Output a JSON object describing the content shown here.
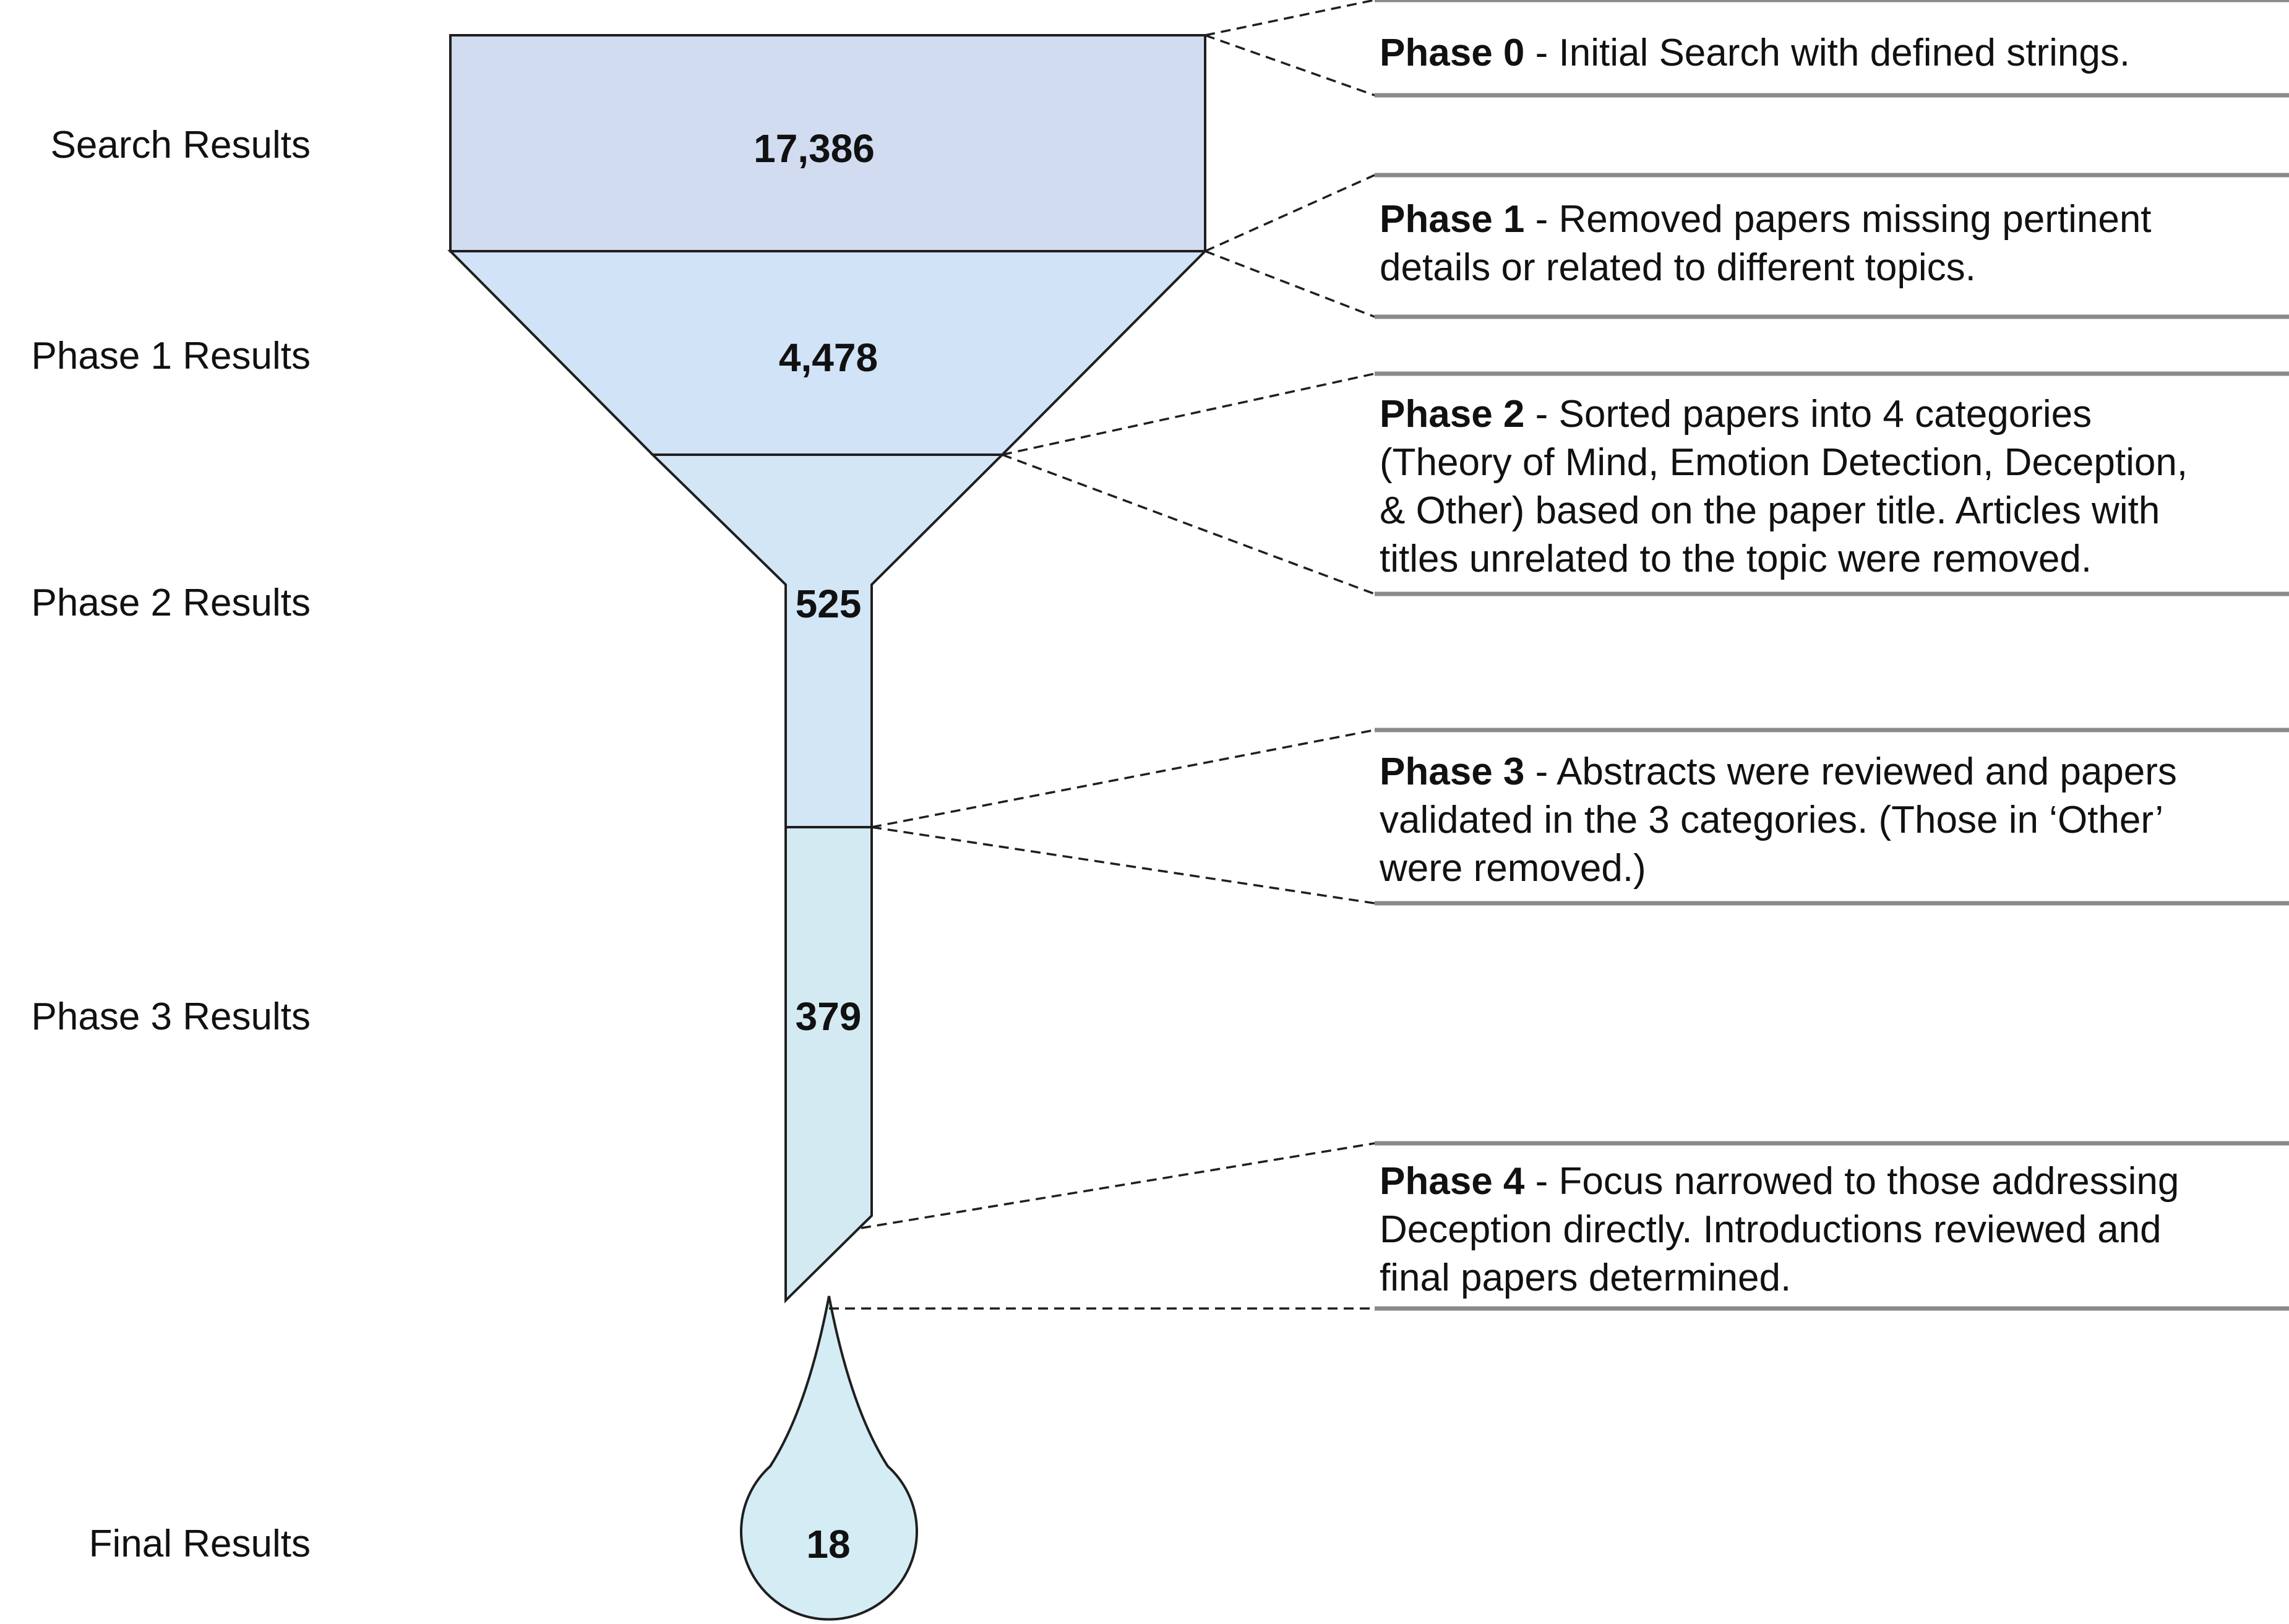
{
  "colors": {
    "stage_search": "#d1dcf1",
    "stage_phase1": "#d1e3f6",
    "stage_phase2": "#d2e6f5",
    "stage_phase3": "#d3eaf3",
    "stage_final": "#d4ecf3",
    "outline": "#1f1f1f",
    "rule": "#8a8a8a"
  },
  "stages": [
    {
      "label": "Search Results",
      "count": "17,386"
    },
    {
      "label": "Phase 1 Results",
      "count": "4,478"
    },
    {
      "label": "Phase 2 Results",
      "count": "525"
    },
    {
      "label": "Phase 3 Results",
      "count": "379"
    },
    {
      "label": "Final Results",
      "count": "18"
    }
  ],
  "phases": [
    {
      "name": "Phase 0",
      "lines": [
        " - Initial Search with defined strings."
      ]
    },
    {
      "name": "Phase 1",
      "lines": [
        " - Removed papers missing pertinent",
        "details or related to different topics."
      ]
    },
    {
      "name": "Phase 2",
      "lines": [
        " - Sorted papers into 4 categories",
        "(Theory of Mind, Emotion Detection, Deception,",
        "& Other) based on the paper title. Articles with",
        "titles unrelated to the topic were removed."
      ]
    },
    {
      "name": "Phase 3",
      "lines": [
        " - Abstracts were reviewed and papers",
        "validated in the 3 categories. (Those in ‘Other’",
        "were removed.)"
      ]
    },
    {
      "name": "Phase 4",
      "lines": [
        " - Focus narrowed to those addressing",
        "Deception directly. Introductions reviewed and",
        "final papers determined."
      ]
    }
  ]
}
